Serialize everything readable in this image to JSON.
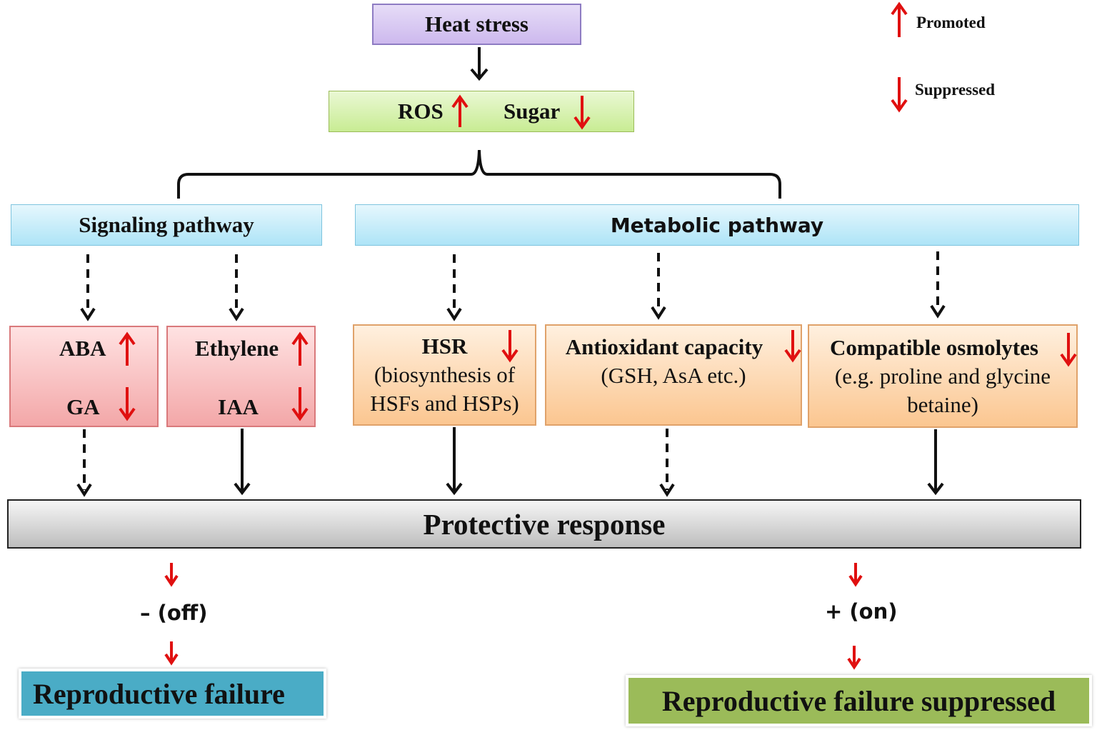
{
  "legend": {
    "promoted": "Promoted",
    "suppressed": "Suppressed"
  },
  "top": {
    "heat_stress": "Heat stress",
    "ros": "ROS",
    "sugar": "Sugar"
  },
  "pathways": {
    "signaling": "Signaling pathway",
    "metabolic": "Metabolic pathway"
  },
  "hormones": {
    "aba": "ABA",
    "ga": "GA",
    "ethylene": "Ethylene",
    "iaa": "IAA"
  },
  "metabolic_boxes": {
    "hsr_title": "HSR",
    "hsr_line1": "(biosynthesis of",
    "hsr_line2": "HSFs and HSPs)",
    "anti_title": "Antioxidant capacity",
    "anti_line1": "(GSH, AsA etc.)",
    "osmo_title": "Compatible osmolytes",
    "osmo_line1": "(e.g. proline and glycine",
    "osmo_line2": "betaine)"
  },
  "protective_response": "Protective response",
  "outcomes": {
    "off_state": "–  (off)",
    "on_state": "+ (on)",
    "failure": "Reproductive failure",
    "failure_suppressed": "Reproductive failure suppressed"
  },
  "colors": {
    "promoted_arrow": "#e01010",
    "suppressed_arrow": "#e01010",
    "connector": "#111111"
  }
}
